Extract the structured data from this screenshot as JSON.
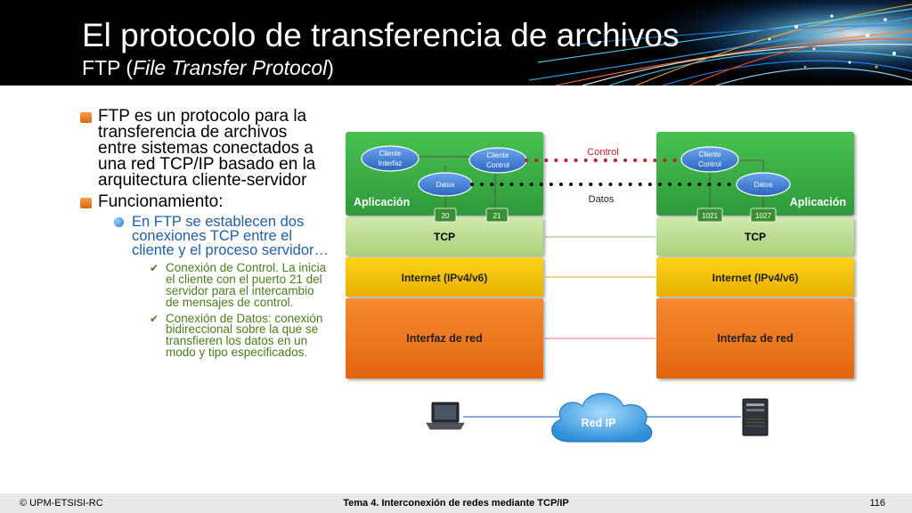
{
  "header": {
    "title": "El protocolo de transferencia de archivos",
    "subtitle_prefix": "FTP (",
    "subtitle_italic": "File Transfer Protocol",
    "subtitle_suffix": ")"
  },
  "bullets": [
    {
      "level": 1,
      "text": "FTP es un protocolo para la transferencia de archivos entre sistemas conectados a una red TCP/IP basado en la arquitectura cliente-servidor"
    },
    {
      "level": 1,
      "text": "Funcionamiento:"
    },
    {
      "level": 2,
      "text": "En FTP se establecen dos conexiones TCP entre el cliente y el proceso servidor…"
    },
    {
      "level": 3,
      "text": "Conexión de Control. La inicia el cliente con el puerto 21 del servidor para el intercambio de mensajes de control."
    },
    {
      "level": 3,
      "text": "Conexión de Datos: conexión bidireccional sobre la que se transfieren los datos en un modo y tipo especificados."
    }
  ],
  "diagram": {
    "left_stack": {
      "app_label": "Aplicación",
      "ovals": [
        "Cliente Interfaz",
        "Cliente Control",
        "Datos"
      ],
      "ports": [
        "20",
        "21"
      ],
      "tcp": "TCP",
      "internet": "Internet (IPv4/v6)",
      "iface": "Interfaz de red"
    },
    "right_stack": {
      "app_label": "Aplicación",
      "ovals": [
        "Cliente Control",
        "Datos"
      ],
      "ports": [
        "1021",
        "1027"
      ],
      "tcp": "TCP",
      "internet": "Internet (IPv4/v6)",
      "iface": "Interfaz de red"
    },
    "control_label": "Control",
    "data_label": "Datos",
    "cloud_label": "Red IP",
    "colors": {
      "app": "#3fb14a",
      "tcp": "#b9dc8f",
      "internet": "#f5c400",
      "iface": "#f07820",
      "oval": "#3f7fd4",
      "control_line": "#c0202a",
      "data_line": "#111111",
      "cloud": "#4aa6e6"
    }
  },
  "footer": {
    "left": "© UPM-ETSISI-RC",
    "center": "Tema 4. Interconexión de redes mediante TCP/IP",
    "right": "116"
  }
}
